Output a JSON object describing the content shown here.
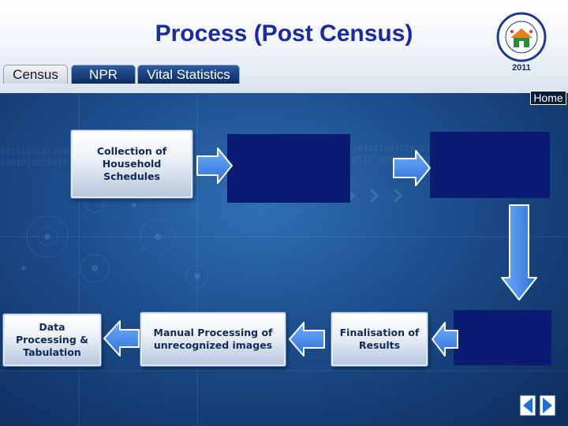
{
  "header": {
    "title": "Process (Post Census)",
    "logo_year": "2011"
  },
  "tabs": [
    {
      "label": "Census",
      "active": true
    },
    {
      "label": "NPR",
      "active": false
    },
    {
      "label": "Vital Statistics",
      "active": false
    }
  ],
  "home_label": "Home",
  "process": {
    "collection": "Collection of Household Schedules",
    "manual": "Manual Processing of unrecognized images",
    "finalisation": "Finalisation of Results",
    "data_processing": "Data Processing & Tabulation"
  },
  "colors": {
    "title": "#1a2aa0",
    "background": "#1d4f8e",
    "hidden_box": "#0b1a72",
    "arrow_fill": "#3f86ea"
  },
  "icons": {
    "logo": "census-of-india-logo",
    "nav_prev": "previous-slide-icon",
    "nav_next": "next-slide-icon"
  }
}
